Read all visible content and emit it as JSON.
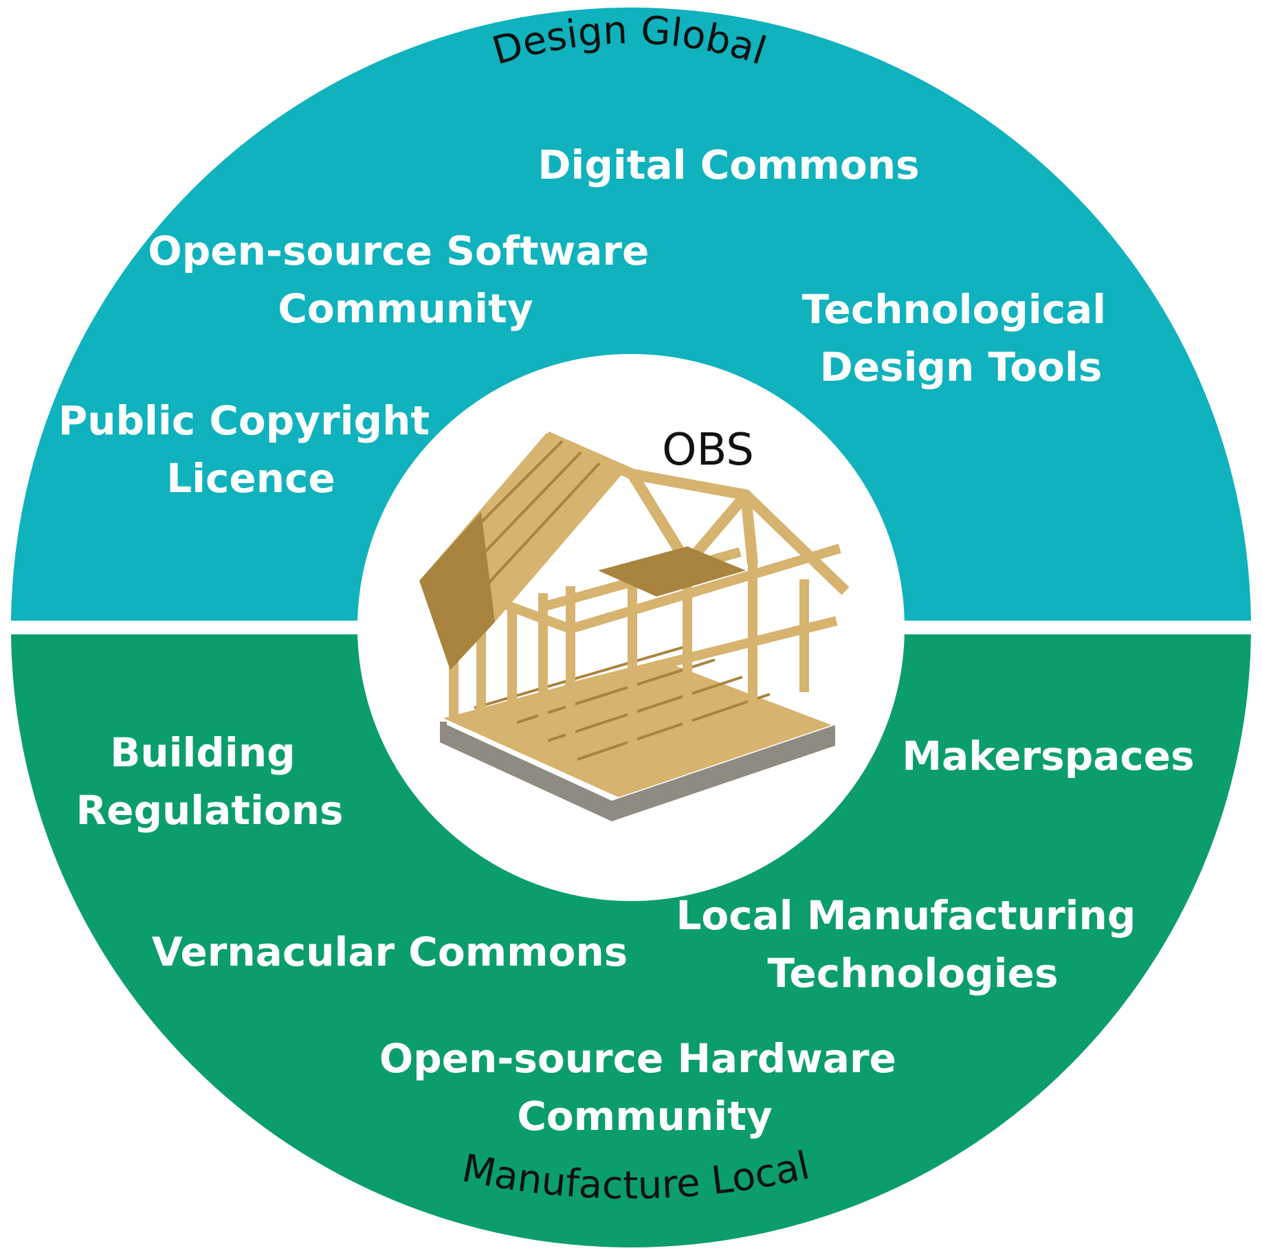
{
  "colors": {
    "top_half": "#0fb2bd",
    "bottom_half": "#0b9e6a",
    "center": "#ffffff",
    "label_text": "#ffffff",
    "arc_text": "#111111",
    "timber": "#d6b36e",
    "timber_dark": "#a9843f",
    "foundation": "#8f8a82"
  },
  "ring": {
    "top_arc_label": "Design Global",
    "bottom_arc_label": "Manufacture Local",
    "center_label": "OBS",
    "center_icon": "timber-frame-house-icon"
  },
  "design_global": {
    "digital_commons": [
      "Digital Commons"
    ],
    "open_source_software": [
      "Open-source Software",
      "Community"
    ],
    "technological_design_tools": [
      "Technological",
      "Design Tools"
    ],
    "public_copyright_licence": [
      "Public Copyright",
      "Licence"
    ]
  },
  "manufacture_local": {
    "building_regulations": [
      "Building",
      "Regulations"
    ],
    "makerspaces": [
      "Makerspaces"
    ],
    "local_manufacturing": [
      "Local Manufacturing",
      "Technologies"
    ],
    "vernacular_commons": [
      "Vernacular Commons"
    ],
    "open_source_hardware": [
      "Open-source Hardware",
      "Community"
    ]
  }
}
